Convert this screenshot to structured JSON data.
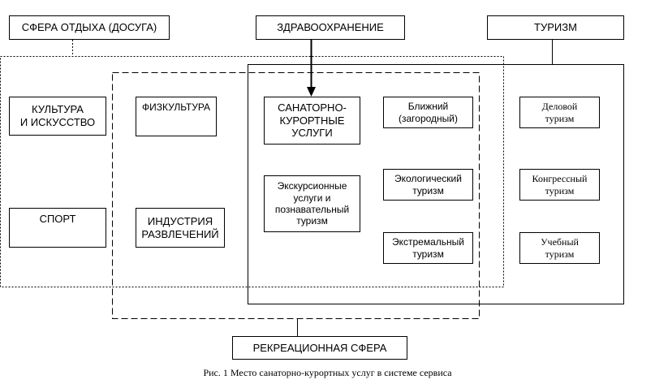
{
  "top": {
    "leisure": "СФЕРА ОТДЫХА (ДОСУГА)",
    "health": "ЗДРАВООХРАНЕНИЕ",
    "tourism": "ТУРИЗМ"
  },
  "leisure_items": {
    "culture": "КУЛЬТУРА\nИ ИСКУССТВО",
    "sport": "СПОРТ"
  },
  "recreation_items": {
    "fitness": "ФИЗКУЛЬТУРА",
    "entertainment": "ИНДУСТРИЯ\nРАЗВЛЕЧЕНИЙ"
  },
  "center": {
    "sanatorium": "САНАТОРНО-\nКУРОРТНЫЕ\nУСЛУГИ",
    "excursion": "Экскурсионные\nуслуги и\nпознавательный\nтуризм"
  },
  "tourism_mid": {
    "near": "Ближний\n(загородный)",
    "eco": "Экологический\nтуризм",
    "extreme": "Экстремальный\nтуризм"
  },
  "tourism_right": {
    "business": "Деловой\nтуризм",
    "congress": "Конгрессный\nтуризм",
    "education": "Учебный\nтуризм"
  },
  "bottom": {
    "recreation": "РЕКРЕАЦИОННАЯ СФЕРА"
  },
  "caption": "Рис. 1 Место санаторно-курортных услуг в системе сервиса"
}
